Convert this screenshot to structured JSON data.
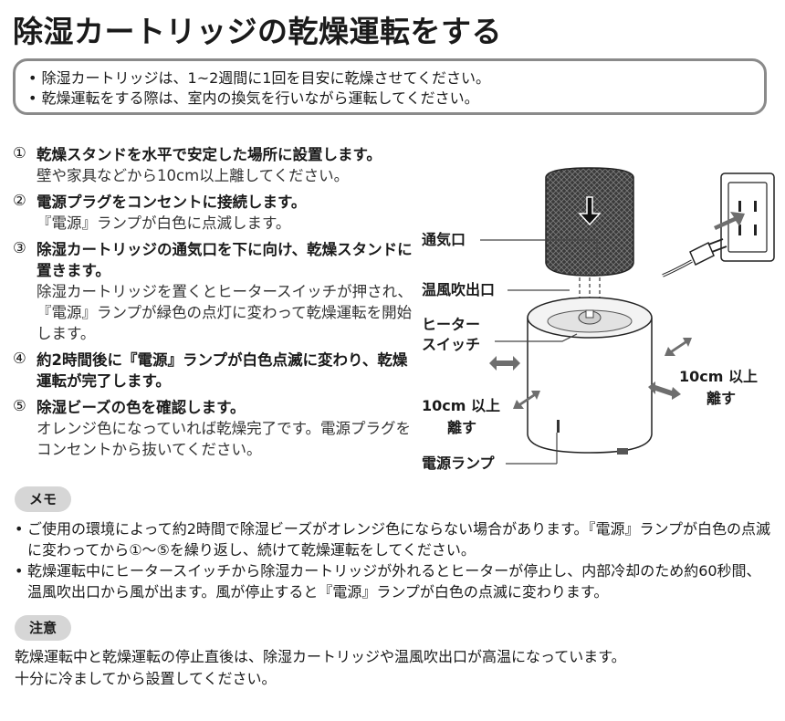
{
  "title": "除湿カートリッジの乾燥運転をする",
  "notice": [
    "除湿カートリッジは、1~2週間に1回を目安に乾燥させてください。",
    "乾燥運転をする際は、室内の換気を行いながら運転してください。"
  ],
  "steps": [
    {
      "num": "①",
      "main": "乾燥スタンドを水平で安定した場所に設置します。",
      "sub": "壁や家具などから10cm以上離してください。"
    },
    {
      "num": "②",
      "main": "電源プラグをコンセントに接続します。",
      "sub": "『電源』ランプが白色に点滅します。"
    },
    {
      "num": "③",
      "main": "除湿カートリッジの通気口を下に向け、乾燥スタンドに置きます。",
      "sub": "除湿カートリッジを置くとヒータースイッチが押され、『電源』ランプが緑色の点灯に変わって乾燥運転を開始します。"
    },
    {
      "num": "④",
      "main": "約2時間後に『電源』ランプが白色点滅に変わり、乾燥運転が完了します。",
      "sub": ""
    },
    {
      "num": "⑤",
      "main": "除湿ビーズの色を確認します。",
      "sub": "オレンジ色になっていれば乾燥完了です。電源プラグをコンセントから抜いてください。"
    }
  ],
  "figure": {
    "vent": "通気口",
    "outlet": "温風吹出口",
    "heater_switch_1": "ヒーター",
    "heater_switch_2": "スイッチ",
    "power_lamp": "電源ランプ",
    "dist_right_1": "10cm 以上",
    "dist_right_2": "離す",
    "dist_left_1": "10cm 以上",
    "dist_left_2": "離す"
  },
  "memo": {
    "label": "メモ",
    "items": [
      "ご使用の環境によって約2時間で除湿ビーズがオレンジ色にならない場合があります。『電源』ランプが白色の点滅に変わってから①～⑤を繰り返し、続けて乾燥運転をしてください。",
      "乾燥運転中にヒータースイッチから除湿カートリッジが外れるとヒーターが停止し、内部冷却のため約60秒間、温風吹出口から風が出ます。風が停止すると『電源』ランプが白色の点滅に変わります。"
    ]
  },
  "caution": {
    "label": "注意",
    "lines": [
      "乾燥運転中と乾燥運転の停止直後は、除湿カートリッジや温風吹出口が高温になっています。",
      "十分に冷ましてから設置してください。"
    ]
  },
  "colors": {
    "accent_border": "#8a8a8a",
    "badge_bg": "#d6d6d6",
    "arrow": "#6e6e6e"
  }
}
